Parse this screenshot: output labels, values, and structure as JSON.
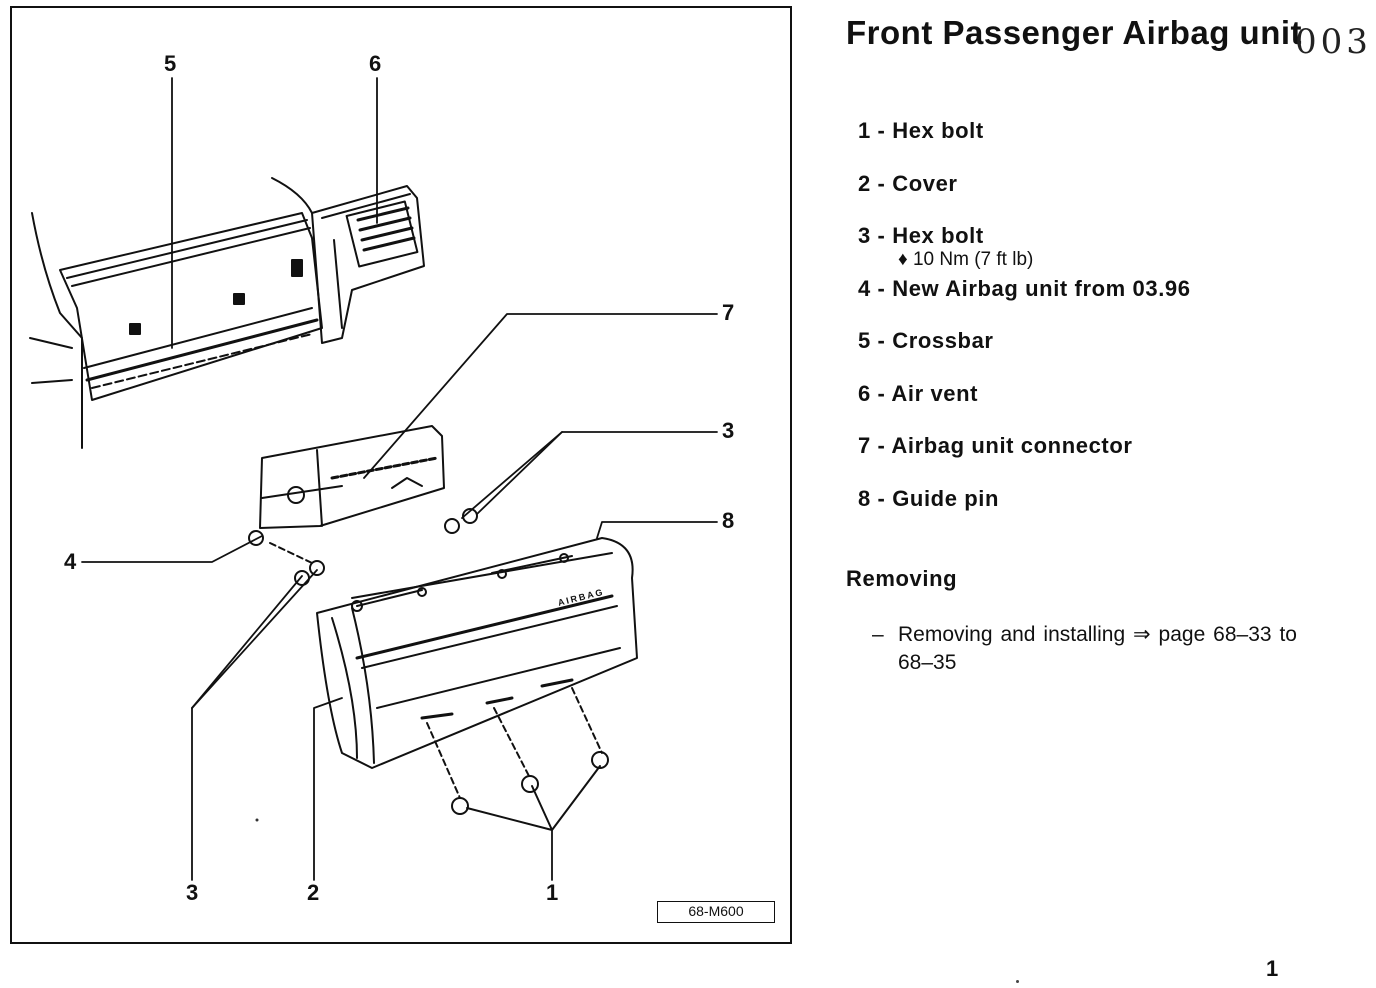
{
  "document": {
    "title": "Front Passenger Airbag unit",
    "stamp": "003",
    "legend": [
      {
        "num": "1",
        "label": "Hex bolt",
        "note": ""
      },
      {
        "num": "2",
        "label": "Cover",
        "note": ""
      },
      {
        "num": "3",
        "label": "Hex bolt",
        "note": "♦ 10 Nm (7 ft lb)"
      },
      {
        "num": "4",
        "label": "New Airbag unit from 03.96",
        "note": ""
      },
      {
        "num": "5",
        "label": "Crossbar",
        "note": ""
      },
      {
        "num": "6",
        "label": "Air vent",
        "note": ""
      },
      {
        "num": "7",
        "label": "Airbag unit connector",
        "note": ""
      },
      {
        "num": "8",
        "label": "Guide pin",
        "note": ""
      }
    ],
    "section_heading": "Removing",
    "instruction": {
      "bullet": "–",
      "text": "Removing and installing ⇒ page 68–33 to 68–35"
    },
    "page_number": "1"
  },
  "figure": {
    "code": "68-M600",
    "callouts": {
      "c1": "1",
      "c2": "2",
      "c3a": "3",
      "c3b": "3",
      "c4": "4",
      "c5": "5",
      "c6": "6",
      "c7": "7",
      "c8": "8"
    },
    "airbag_text": "AIRBAG"
  }
}
